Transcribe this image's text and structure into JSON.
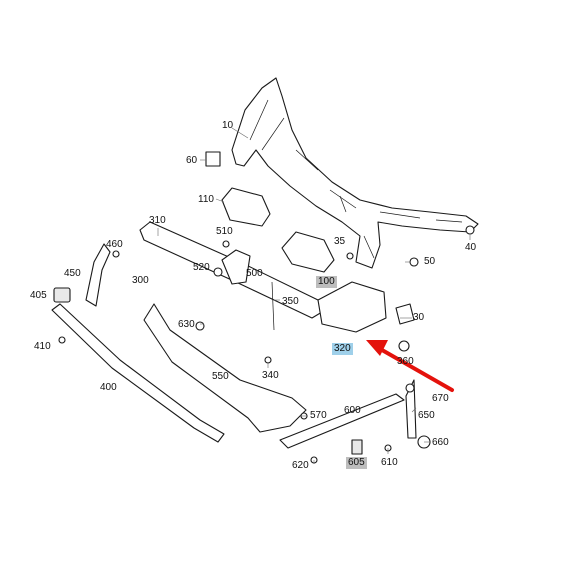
{
  "diagram": {
    "highlight_color": "#e4120c",
    "highlighted_part": "320",
    "labels": [
      {
        "key": "10",
        "text": "10"
      },
      {
        "key": "60",
        "text": "60"
      },
      {
        "key": "110",
        "text": "110"
      },
      {
        "key": "310",
        "text": "310"
      },
      {
        "key": "510",
        "text": "510"
      },
      {
        "key": "35",
        "text": "35"
      },
      {
        "key": "40",
        "text": "40"
      },
      {
        "key": "460",
        "text": "460"
      },
      {
        "key": "450",
        "text": "450"
      },
      {
        "key": "300",
        "text": "300"
      },
      {
        "key": "520",
        "text": "520"
      },
      {
        "key": "500",
        "text": "500"
      },
      {
        "key": "50",
        "text": "50"
      },
      {
        "key": "100",
        "text": "100"
      },
      {
        "key": "405",
        "text": "405"
      },
      {
        "key": "350",
        "text": "350"
      },
      {
        "key": "30",
        "text": "30"
      },
      {
        "key": "630",
        "text": "630"
      },
      {
        "key": "320",
        "text": "320"
      },
      {
        "key": "410",
        "text": "410"
      },
      {
        "key": "360",
        "text": "360"
      },
      {
        "key": "550",
        "text": "550"
      },
      {
        "key": "340",
        "text": "340"
      },
      {
        "key": "400",
        "text": "400"
      },
      {
        "key": "670",
        "text": "670"
      },
      {
        "key": "600",
        "text": "600"
      },
      {
        "key": "570",
        "text": "570"
      },
      {
        "key": "650",
        "text": "650"
      },
      {
        "key": "660",
        "text": "660"
      },
      {
        "key": "620",
        "text": "620"
      },
      {
        "key": "605",
        "text": "605"
      },
      {
        "key": "610",
        "text": "610"
      }
    ]
  }
}
